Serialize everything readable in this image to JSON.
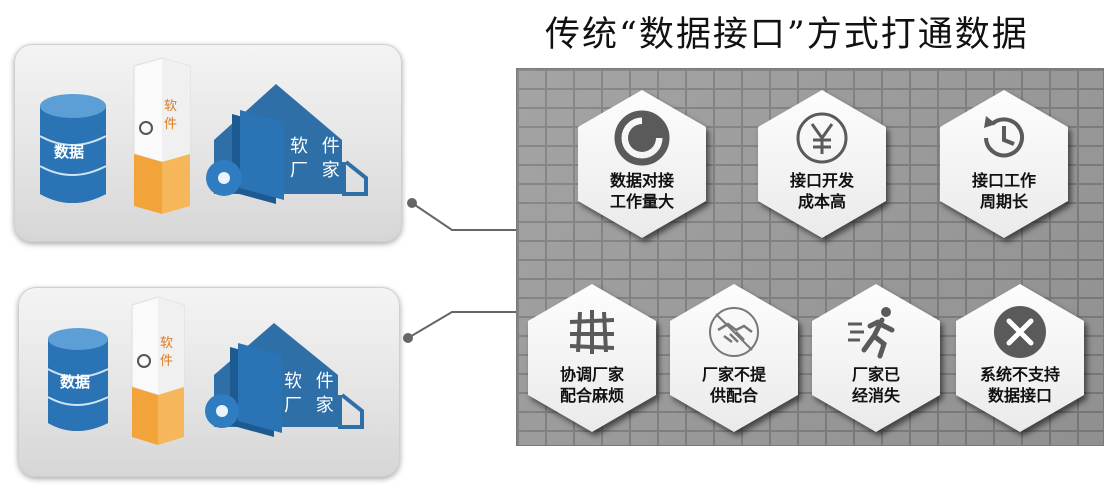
{
  "title": "传统“数据接口”方式打通数据",
  "left_panels": [
    {
      "db_label": "数据",
      "software_label_1": "软",
      "software_label_2": "件",
      "vendor_label_1": "软 件",
      "vendor_label_2": "厂 家"
    },
    {
      "db_label": "数据",
      "software_label_1": "软",
      "software_label_2": "件",
      "vendor_label_1": "软 件",
      "vendor_label_2": "厂 家"
    }
  ],
  "problems": [
    {
      "icon": "pie-chart-icon",
      "line1": "数据对接",
      "line2": "工作量大"
    },
    {
      "icon": "yen-icon",
      "line1": "接口开发",
      "line2": "成本高"
    },
    {
      "icon": "clock-cycle-icon",
      "line1": "接口工作",
      "line2": "周期长"
    },
    {
      "icon": "grid-mesh-icon",
      "line1": "协调厂家",
      "line2": "配合麻烦"
    },
    {
      "icon": "no-handshake-icon",
      "line1": "厂家不提",
      "line2": "供配合"
    },
    {
      "icon": "running-person-icon",
      "line1": "厂家已",
      "line2": "经消失"
    },
    {
      "icon": "x-circle-icon",
      "line1": "系统不支持",
      "line2": "数据接口"
    }
  ],
  "colors": {
    "blue": "#2f6fa8",
    "orange": "#f5a623",
    "icon_gray": "#5a5a5a"
  }
}
